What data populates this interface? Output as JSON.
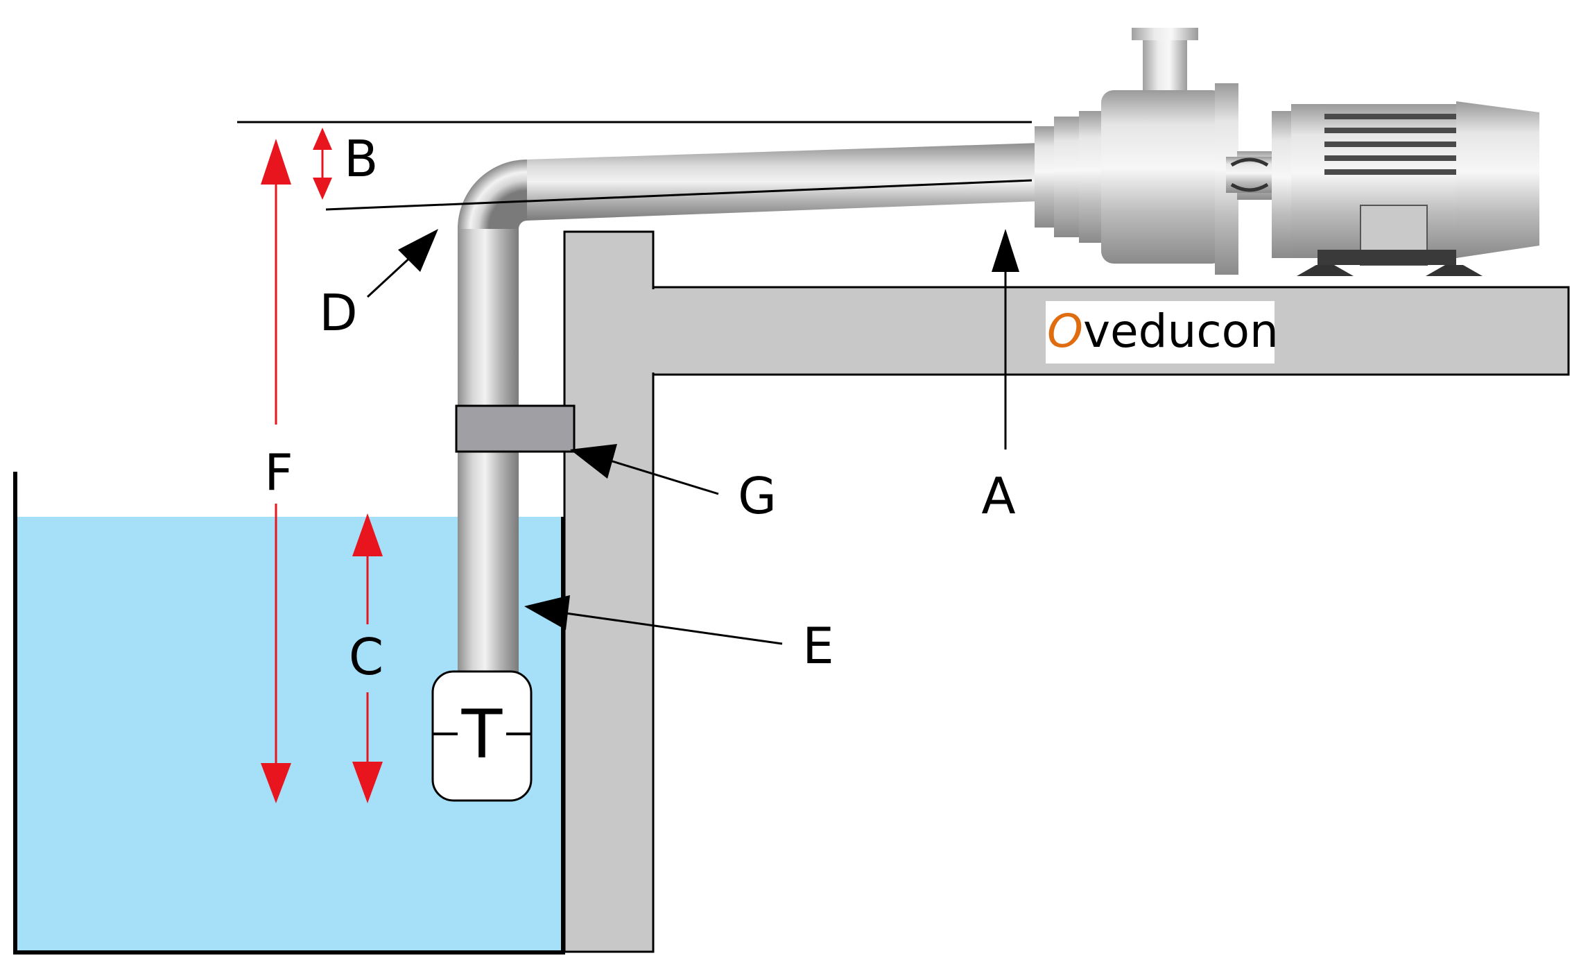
{
  "diagram": {
    "labels": {
      "a": "A",
      "b": "B",
      "c": "C",
      "d": "D",
      "e": "E",
      "f": "F",
      "g": "G"
    },
    "strainer_symbol": "T",
    "brand": {
      "first_letter": "O",
      "rest": "veducon"
    }
  },
  "colors": {
    "water": "#a6dff8",
    "wall": "#c8c8c8",
    "outline": "#000000",
    "dimension_arrow": "#e8141e",
    "pointer_arrow": "#000000",
    "pipe_clamp": "#a0a0a4",
    "brand_accent": "#e06c10",
    "pipe_metal": "#b8b8b8"
  }
}
